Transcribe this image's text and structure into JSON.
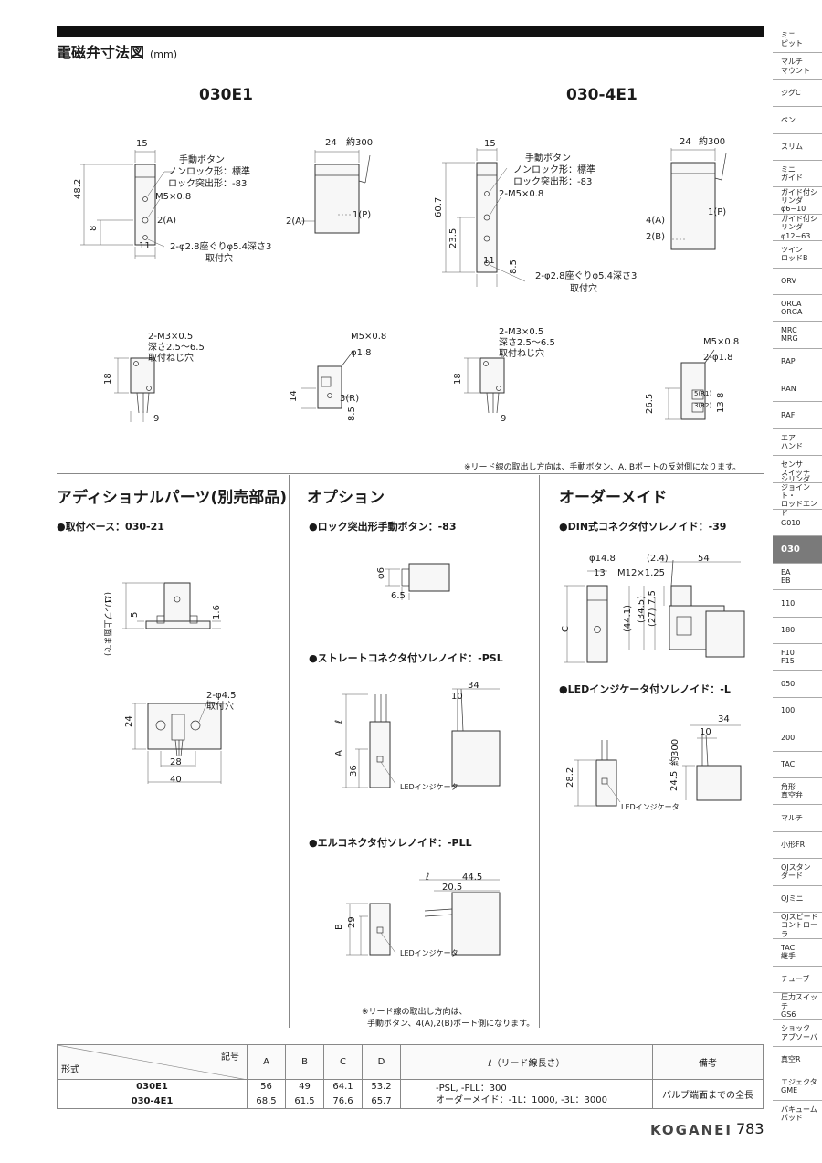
{
  "header": {
    "title": "電磁弁寸法図",
    "unit": "(mm)"
  },
  "models": {
    "left": "030E1",
    "right": "030-4E1"
  },
  "fig_030E1": {
    "dim_15": "15",
    "dim_48_2": "48.2",
    "dim_8": "8",
    "dim_11": "11",
    "manual_button": "手動ボタン",
    "nonlock": "ノンロック形：標準",
    "lock": "ロック突出形：-83",
    "m5": "M5×0.8",
    "port2": "2(A)",
    "mount": "2-φ2.8座ぐりφ5.4深さ3",
    "mount_hole": "取付穴",
    "dim_24": "24",
    "approx300": "約300",
    "side_port2": "2(A)",
    "side_port1": "1(P)"
  },
  "fig_030_4E1": {
    "dim_15": "15",
    "dim_60_7": "60.7",
    "dim_23_5": "23.5",
    "dim_11": "11",
    "dim_8_5": "8.5",
    "manual_button": "手動ボタン",
    "nonlock": "ノンロック形：標準",
    "lock": "ロック突出形：-83",
    "m5": "2-M5×0.8",
    "mount": "2-φ2.8座ぐりφ5.4深さ3",
    "mount_hole": "取付穴",
    "dim_24": "24",
    "approx300": "約300",
    "side_port4": "4(A)",
    "side_port2": "2(B)",
    "side_port1": "1(P)"
  },
  "fig_row2": {
    "a_m3": "2-M3×0.5",
    "a_depth": "深さ2.5～6.5",
    "a_hole": "取付ねじ穴",
    "a_18": "18",
    "a_9": "9",
    "b_m5": "M5×0.8",
    "b_phi": "φ1.8",
    "b_14": "14",
    "b_3r": "3(R)",
    "b_8_5": "8.5",
    "c_m3": "2-M3×0.5",
    "c_depth": "深さ2.5～6.5",
    "c_hole": "取付ねじ穴",
    "c_18": "18",
    "c_9": "9",
    "d_m5": "M5×0.8",
    "d_phi": "2-φ1.8",
    "d_26_5": "26.5",
    "d_5r1": "5(R1)",
    "d_3r2": "3(R2)",
    "d_8": "8",
    "d_13": "13"
  },
  "lead_note": "※リード線の取出し方向は、手動ボタン、A, Bポートの反対側になります。",
  "sections": {
    "additional": {
      "title": "アディショナルパーツ(別売部品)",
      "item": "●取付ベース：030-21",
      "valve_top": "(バルブ上面まで)",
      "d": "D",
      "dim_5": "5",
      "dim_1_6": "1.6",
      "hole": "2-φ4.5",
      "hole_label": "取付穴",
      "dim_24": "24",
      "dim_28": "28",
      "dim_40": "40"
    },
    "option": {
      "title": "オプション",
      "item_83": "●ロック突出形手動ボタン：-83",
      "phi6": "φ6",
      "dim_6_5": "6.5",
      "item_psl": "●ストレートコネクタ付ソレノイド：-PSL",
      "psl_34": "34",
      "psl_10": "10",
      "psl_l": "ℓ",
      "psl_a": "A",
      "psl_36": "36",
      "psl_led": "LEDインジケータ",
      "item_pll": "●エルコネクタ付ソレノイド：-PLL",
      "pll_l": "ℓ",
      "pll_44_5": "44.5",
      "pll_20_5": "20.5",
      "pll_b": "B",
      "pll_29": "29",
      "pll_led": "LEDインジケータ",
      "note_line1": "※リード線の取出し方向は、",
      "note_line2": "手動ボタン、4(A),2(B)ポート側になります。"
    },
    "order": {
      "title": "オーダーメイド",
      "item_39": "●DIN式コネクタ付ソレノイド：-39",
      "phi14_8": "φ14.8",
      "dim_2_4": "(2.4)",
      "dim_54": "54",
      "dim_13": "13",
      "m12": "M12×1.25",
      "dim_34_5": "(34.5)",
      "dim_44_1": "(44.1)",
      "dim_27": "(27)",
      "dim_7_5": "7.5",
      "c": "C",
      "item_l": "●LEDインジケータ付ソレノイド：-L",
      "l_34": "34",
      "l_10": "10",
      "l_300": "約300",
      "l_28_2": "28.2",
      "l_24_5": "24.5",
      "l_led": "LEDインジケータ"
    }
  },
  "table": {
    "header_symbol": "記号",
    "header_model": "形式",
    "cols": [
      "A",
      "B",
      "C",
      "D"
    ],
    "lead_header": "ℓ（リード線長さ）",
    "remarks_header": "備考",
    "rows": [
      {
        "model": "030E1",
        "values": [
          "56",
          "49",
          "64.1",
          "53.2"
        ]
      },
      {
        "model": "030-4E1",
        "values": [
          "68.5",
          "61.5",
          "76.6",
          "65.7"
        ]
      }
    ],
    "lead_line1": "-PSL, -PLL：300",
    "lead_line2": "オーダーメイド：-1L：1000, -3L：3000",
    "remarks": "バルブ端面までの全長"
  },
  "footer": {
    "brand": "KOGANEI",
    "page": "783"
  },
  "sidenav": [
    "ミニ\nピット",
    "マルチ\nマウント",
    "ジグC",
    "ペン",
    "スリム",
    "ミニ\nガイド",
    "ガイド付シリンダ\nφ6~10",
    "ガイド付シリンダ\nφ12~63",
    "ツイン\nロッドB",
    "ORV",
    "ORCA\nORGA",
    "MRC\nMRG",
    "RAP",
    "RAN",
    "RAF",
    "エア\nハンド",
    "センサ\nスイッチ",
    "シリンダ\nジョイント・\nロッドエンド",
    "G010",
    "030",
    "EA\nEB",
    "110",
    "180",
    "F10\nF15",
    "050",
    "100",
    "200",
    "TAC",
    "角形\n真空弁",
    "マルチ",
    "小形FR",
    "QJスタン\nダード",
    "QJミニ",
    "QJスピード\nコントローラ",
    "TAC\n継手",
    "チューブ",
    "圧力スイッチ\nGS6",
    "ショック\nアブソーバ",
    "真空R",
    "エジェクタ\nGME",
    "バキューム\nパッド"
  ],
  "sidenav_active": "030"
}
